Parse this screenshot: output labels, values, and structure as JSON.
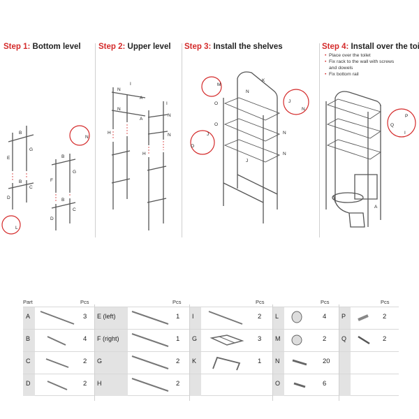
{
  "steps": [
    {
      "num": "Step 1:",
      "title": "Bottom level"
    },
    {
      "num": "Step 2:",
      "title": "Upper level"
    },
    {
      "num": "Step 3:",
      "title": "Install the shelves"
    },
    {
      "num": "Step 4:",
      "title": "Install over the toilet"
    }
  ],
  "step4_notes": [
    "Place over the toilet",
    "Fix rack to the wall with screws",
    "and dowels",
    "Fix bottom rail"
  ],
  "diagram_labels": {
    "step1": [
      "B",
      "E",
      "G",
      "B",
      "D",
      "C",
      "B",
      "F",
      "G",
      "B",
      "D",
      "C",
      "N",
      "L"
    ],
    "step2": [
      "I",
      "N",
      "A",
      "N",
      "A",
      "H",
      "I",
      "N",
      "N",
      "H"
    ],
    "step3": [
      "M",
      "K",
      "N",
      "O",
      "O",
      "O",
      "N",
      "J",
      "J",
      "N",
      "N",
      "J"
    ],
    "step4": [
      "P",
      "Q",
      "I",
      "A"
    ]
  },
  "parts_table": {
    "part_header": "Part",
    "pcs_header": "Pcs",
    "columns": [
      [
        {
          "letter": "A",
          "pcs": "3",
          "icon": "long-tube"
        },
        {
          "letter": "B",
          "pcs": "4",
          "icon": "short-tube"
        },
        {
          "letter": "C",
          "pcs": "2",
          "icon": "short-tube-with-cap"
        },
        {
          "letter": "D",
          "pcs": "2",
          "icon": "short-tube"
        }
      ],
      [
        {
          "letter": "E (left)",
          "pcs": "1",
          "icon": "long-tube"
        },
        {
          "letter": "F (right)",
          "pcs": "1",
          "icon": "long-tube"
        },
        {
          "letter": "G",
          "pcs": "2",
          "icon": "long-tube"
        },
        {
          "letter": "H",
          "pcs": "2",
          "icon": "long-tube"
        }
      ],
      [
        {
          "letter": "I",
          "pcs": "2",
          "icon": "long-tube"
        },
        {
          "letter": "G",
          "pcs": "3",
          "icon": "wire-shelf"
        },
        {
          "letter": "K",
          "pcs": "1",
          "icon": "top-rail"
        }
      ],
      [
        {
          "letter": "L",
          "pcs": "4",
          "icon": "foot-cap"
        },
        {
          "letter": "M",
          "pcs": "2",
          "icon": "top-cap"
        },
        {
          "letter": "N",
          "pcs": "20",
          "icon": "screw"
        },
        {
          "letter": "O",
          "pcs": "6",
          "icon": "short-screw"
        }
      ],
      [
        {
          "letter": "P",
          "pcs": "2",
          "icon": "wall-dowel"
        },
        {
          "letter": "Q",
          "pcs": "2",
          "icon": "wall-screw"
        }
      ]
    ]
  },
  "colors": {
    "accent": "#d42a2a",
    "cell": "#e3e3e3",
    "line": "#555555"
  }
}
